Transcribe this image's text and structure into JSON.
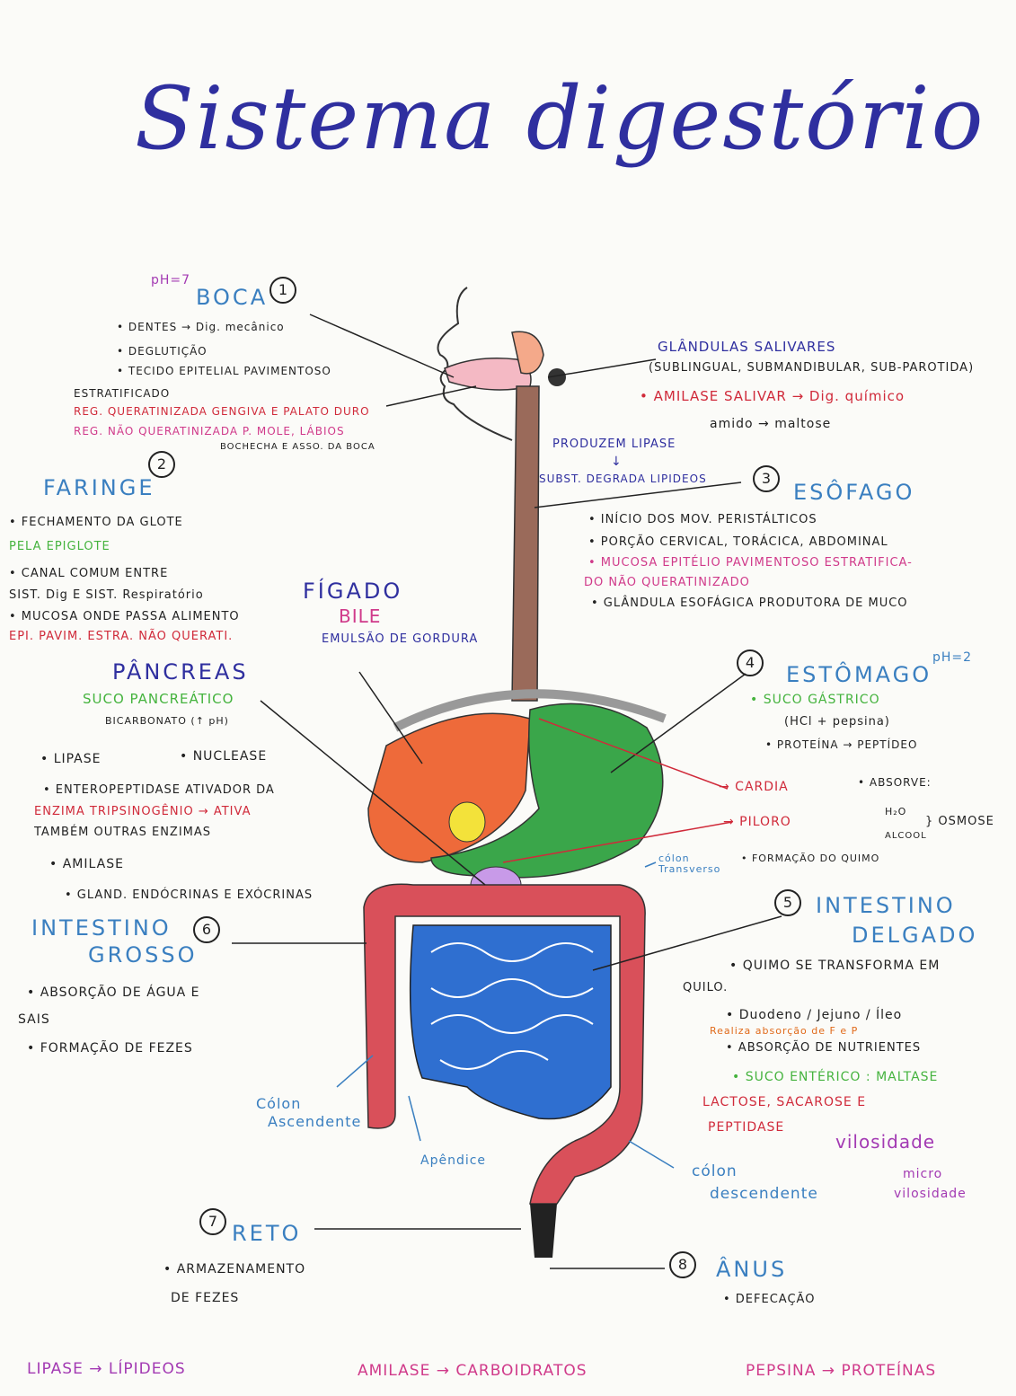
{
  "title": "Sistema digestório",
  "boca": {
    "ph": "pH=7",
    "heading": "BOCA",
    "number": "1",
    "items": [
      "• DENTES → Dig. mecânico",
      "• DEGLUTIÇÃO",
      "• TECIDO EPITELIAL PAVIMENTOSO",
      "ESTRATIFICADO",
      "REG. QUERATINIZADA GENGIVA E PALATO DURO",
      "REG. NÃO QUERATINIZADA P. MOLE, LÁBIOS",
      "BOCHECHA E ASSO. DA BOCA"
    ]
  },
  "faringe": {
    "number": "2",
    "heading": "FARINGE",
    "items": [
      "• FECHAMENTO DA GLOTE",
      "PELA EPIGLOTE",
      "• CANAL COMUM ENTRE",
      "SIST. Dig E SIST. Respiratório",
      "• MUCOSA ONDE PASSA ALIMENTO",
      "EPI. PAVIM. ESTRA. NÃO QUERATI."
    ]
  },
  "glandulas": {
    "heading": "GLÂNDULAS SALIVARES",
    "sub": "(SUBLINGUAL, SUBMANDIBULAR, SUB-PAROTIDA)",
    "amilase": "• AMILASE SALIVAR → Dig. químico",
    "amido": "amido → maltose",
    "lipase": "PRODUZEM LIPASE",
    "arrow": "↓",
    "degrada": "SUBST. DEGRADA LIPIDEOS"
  },
  "esofago": {
    "number": "3",
    "heading": "ESÔFAGO",
    "items": [
      "• INÍCIO DOS MOV. PERISTÁLTICOS",
      "• PORÇÃO CERVICAL, TORÁCICA, ABDOMINAL",
      "• MUCOSA EPITÉLIO PAVIMENTOSO ESTRATIFICA-",
      "DO NÃO QUERATINIZADO",
      "• GLÂNDULA ESOFÁGICA PRODUTORA DE MUCO"
    ]
  },
  "figado": {
    "heading": "FÍGADO",
    "bile": "BILE",
    "emulsao": "EMULSÃO DE GORDURA"
  },
  "pancreas": {
    "heading": "PÂNCREAS",
    "suco": "SUCO PANCREÁTICO",
    "bicarbonato": "BICARBONATO (↑ pH)",
    "lipase": "• LIPASE",
    "nuclease": "• NUCLEASE",
    "entero1": "• ENTEROPEPTIDASE ATIVADOR DA",
    "entero2": "ENZIMA TRIPSINOGÊNIO → ATIVA",
    "entero3": "TAMBÉM OUTRAS ENZIMAS",
    "amilase": "• AMILASE",
    "gland": "• GLAND. ENDÓCRINAS E EXÓCRINAS"
  },
  "estomago": {
    "number": "4",
    "ph": "pH=2",
    "heading": "ESTÔMAGO",
    "suco": "• SUCO GÁSTRICO",
    "hcl": "(HCl + pepsina)",
    "proteina": "• PROTEÍNA → PEPTÍDEO",
    "cardia": "→ CARDIA",
    "piloro": "→ PILORO",
    "absorve": "• ABSORVE:",
    "h2o": "H₂O",
    "alcool": "ALCOOL",
    "osmose": "} OSMOSE",
    "quimo": "• FORMAÇÃO DO QUIMO"
  },
  "colon_transverso": "cólon Transverso",
  "delgado": {
    "number": "5",
    "heading1": "INTESTINO",
    "heading2": "DELGADO",
    "items": [
      "• QUIMO SE TRANSFORMA EM",
      "QUILO.",
      "• Duodeno / Jejuno / Íleo",
      "Realiza absorção de F e P",
      "• ABSORÇÃO DE NUTRIENTES",
      "• SUCO ENTÉRICO : MALTASE",
      "LACTOSE, SACAROSE E",
      "PEPTIDASE"
    ],
    "vilosidade": "vilosidade",
    "micro1": "micro",
    "micro2": "vilosidade"
  },
  "grosso": {
    "number": "6",
    "heading1": "INTESTINO",
    "heading2": "GROSSO",
    "items": [
      "• ABSORÇÃO DE ÁGUA E",
      "SAIS",
      "• FORMAÇÃO DE FEZES"
    ]
  },
  "colon_ascendente": [
    "Cólon",
    "Ascendente"
  ],
  "apendice": "Apêndice",
  "colon_descendente": [
    "cólon",
    "descendente"
  ],
  "reto": {
    "number": "7",
    "heading": "RETO",
    "items": [
      "• ARMAZENAMENTO",
      "DE FEZES"
    ]
  },
  "anus": {
    "number": "8",
    "heading": "ÂNUS",
    "items": [
      "• DEFECAÇÃO"
    ]
  },
  "footer": {
    "lipase": "LIPASE → LÍPIDEOS",
    "amilase": "AMILASE → CARBOIDRATOS",
    "pepsina": "PEPSINA → PROTEÍNAS"
  }
}
